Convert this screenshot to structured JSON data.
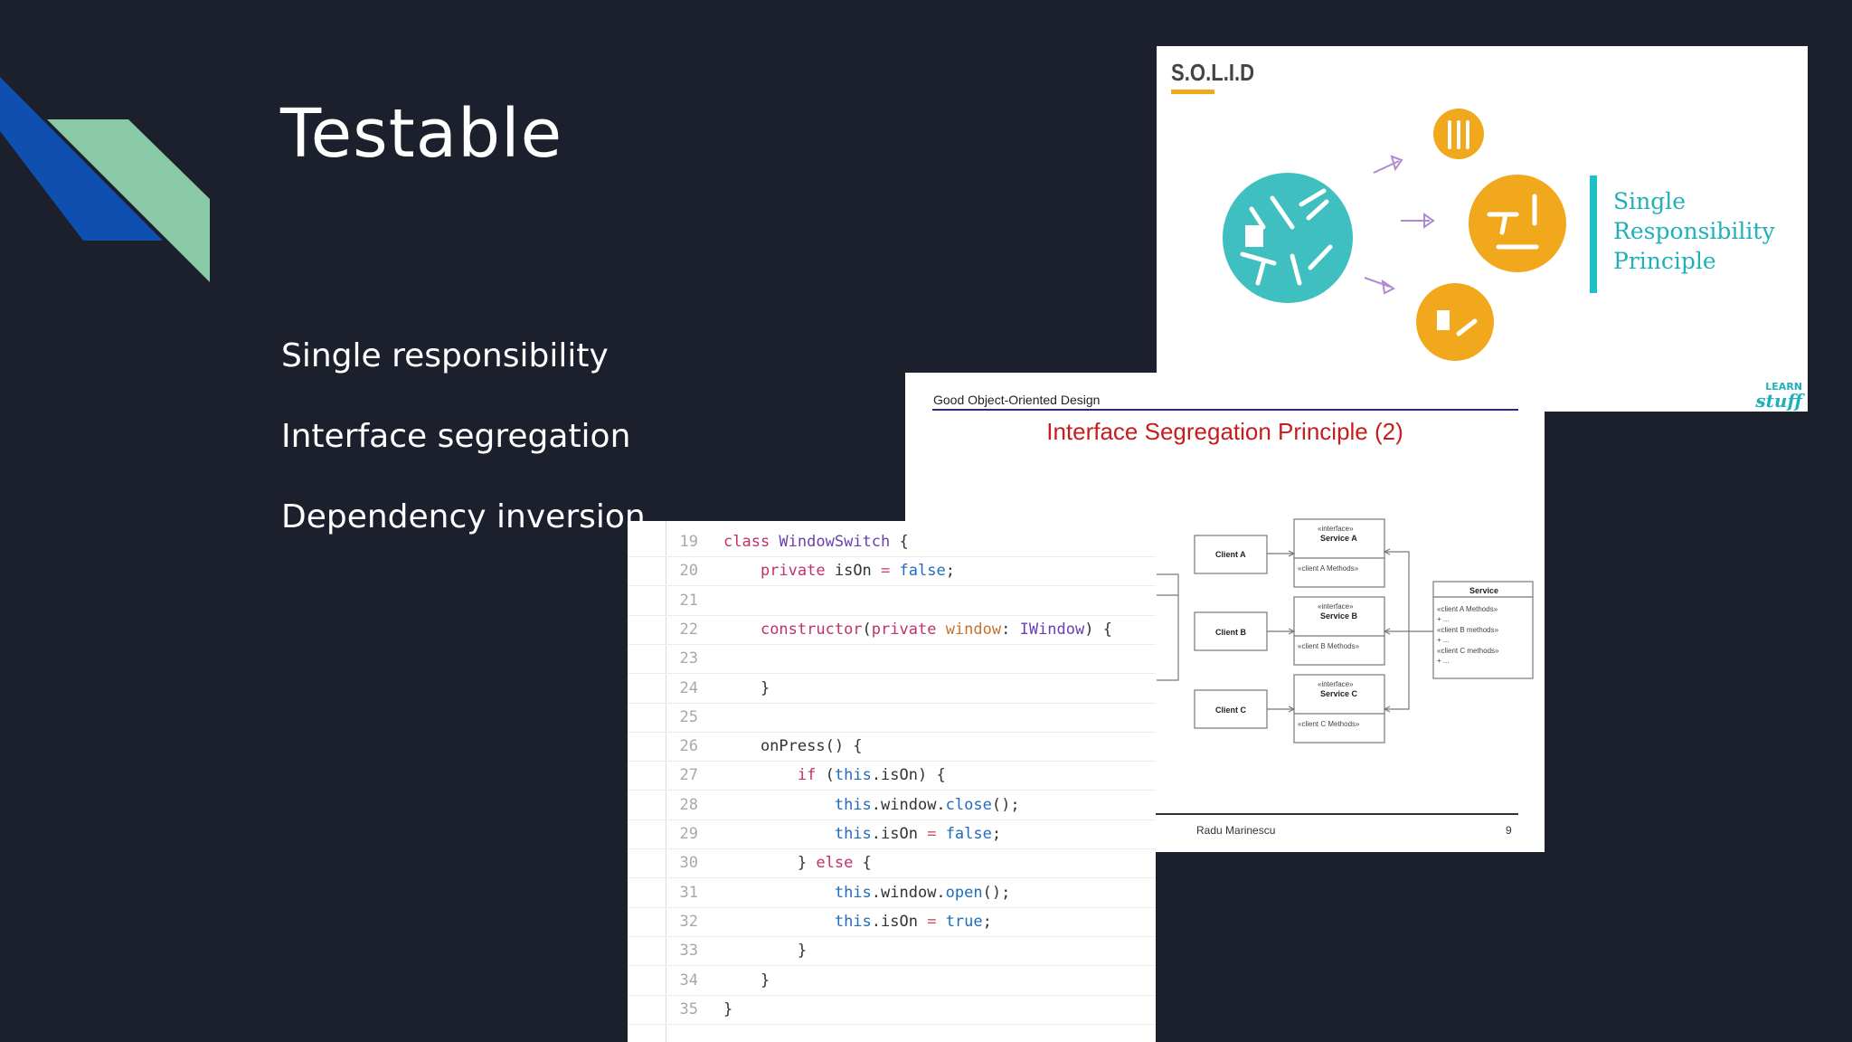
{
  "slide": {
    "title": "Testable",
    "bullets": [
      "Single responsibility",
      "Interface segregation",
      "Dependency inversion"
    ]
  },
  "solid_card": {
    "header": "S.O.L.I.D",
    "principle_lines": [
      "Single",
      "Responsibility",
      "Principle"
    ],
    "brand_top": "LEARN",
    "brand_bottom": "stuff"
  },
  "isp_slide": {
    "header": "Good Object-Oriented Design",
    "title": "Interface Segregation Principle (2)",
    "clients": [
      "Client A",
      "Client B",
      "Client C"
    ],
    "interfaces": [
      {
        "stereotype": "«interface»",
        "name": "Service A",
        "methods": "«client A Methods»"
      },
      {
        "stereotype": "«interface»",
        "name": "Service B",
        "methods": "«client B Methods»"
      },
      {
        "stereotype": "«interface»",
        "name": "Service C",
        "methods": "«client C Methods»"
      }
    ],
    "service": {
      "name": "Service",
      "methods": [
        "«client A Methods»",
        "+ ...",
        "«client B methods»",
        "+ ...",
        "«client C methods»",
        "+ ..."
      ]
    },
    "footer_author": "Radu Marinescu",
    "page_number": "9"
  },
  "code": {
    "lines": [
      {
        "n": "19",
        "tokens": [
          [
            "kw",
            "class "
          ],
          [
            "ty",
            "WindowSwitch"
          ],
          [
            "tx",
            " {"
          ]
        ]
      },
      {
        "n": "20",
        "tokens": [
          [
            "tx",
            "    "
          ],
          [
            "kw",
            "private "
          ],
          [
            "tx",
            "isOn "
          ],
          [
            "op",
            "= "
          ],
          [
            "pr",
            "false"
          ],
          [
            "tx",
            ";"
          ]
        ]
      },
      {
        "n": "21",
        "tokens": []
      },
      {
        "n": "22",
        "tokens": [
          [
            "tx",
            "    "
          ],
          [
            "kw",
            "constructor"
          ],
          [
            "tx",
            "("
          ],
          [
            "kw",
            "private "
          ],
          [
            "or",
            "window"
          ],
          [
            "tx",
            ": "
          ],
          [
            "ty",
            "IWindow"
          ],
          [
            "tx",
            ") {"
          ]
        ]
      },
      {
        "n": "23",
        "tokens": []
      },
      {
        "n": "24",
        "tokens": [
          [
            "tx",
            "    }"
          ]
        ]
      },
      {
        "n": "25",
        "tokens": []
      },
      {
        "n": "26",
        "tokens": [
          [
            "tx",
            "    onPress() {"
          ]
        ]
      },
      {
        "n": "27",
        "tokens": [
          [
            "tx",
            "        "
          ],
          [
            "kw",
            "if "
          ],
          [
            "tx",
            "("
          ],
          [
            "pr",
            "this"
          ],
          [
            "tx",
            ".isOn) {"
          ]
        ]
      },
      {
        "n": "28",
        "tokens": [
          [
            "tx",
            "            "
          ],
          [
            "pr",
            "this"
          ],
          [
            "tx",
            ".window."
          ],
          [
            "pr",
            "close"
          ],
          [
            "tx",
            "();"
          ]
        ]
      },
      {
        "n": "29",
        "tokens": [
          [
            "tx",
            "            "
          ],
          [
            "pr",
            "this"
          ],
          [
            "tx",
            ".isOn "
          ],
          [
            "op",
            "= "
          ],
          [
            "pr",
            "false"
          ],
          [
            "tx",
            ";"
          ]
        ]
      },
      {
        "n": "30",
        "tokens": [
          [
            "tx",
            "        } "
          ],
          [
            "kw",
            "else "
          ],
          [
            "tx",
            "{"
          ]
        ]
      },
      {
        "n": "31",
        "tokens": [
          [
            "tx",
            "            "
          ],
          [
            "pr",
            "this"
          ],
          [
            "tx",
            ".window."
          ],
          [
            "pr",
            "open"
          ],
          [
            "tx",
            "();"
          ]
        ]
      },
      {
        "n": "32",
        "tokens": [
          [
            "tx",
            "            "
          ],
          [
            "pr",
            "this"
          ],
          [
            "tx",
            ".isOn "
          ],
          [
            "op",
            "= "
          ],
          [
            "pr",
            "true"
          ],
          [
            "tx",
            ";"
          ]
        ]
      },
      {
        "n": "33",
        "tokens": [
          [
            "tx",
            "        }"
          ]
        ]
      },
      {
        "n": "34",
        "tokens": [
          [
            "tx",
            "    }"
          ]
        ]
      },
      {
        "n": "35",
        "tokens": [
          [
            "tx",
            "}"
          ]
        ]
      }
    ]
  },
  "colors": {
    "background": "#1c1f2c",
    "stripe_blue": "#0f4fb0",
    "stripe_green": "#8ac9a6",
    "teal": "#1fbfc7",
    "orange": "#f2a81d",
    "isp_title_red": "#c41e1e"
  }
}
